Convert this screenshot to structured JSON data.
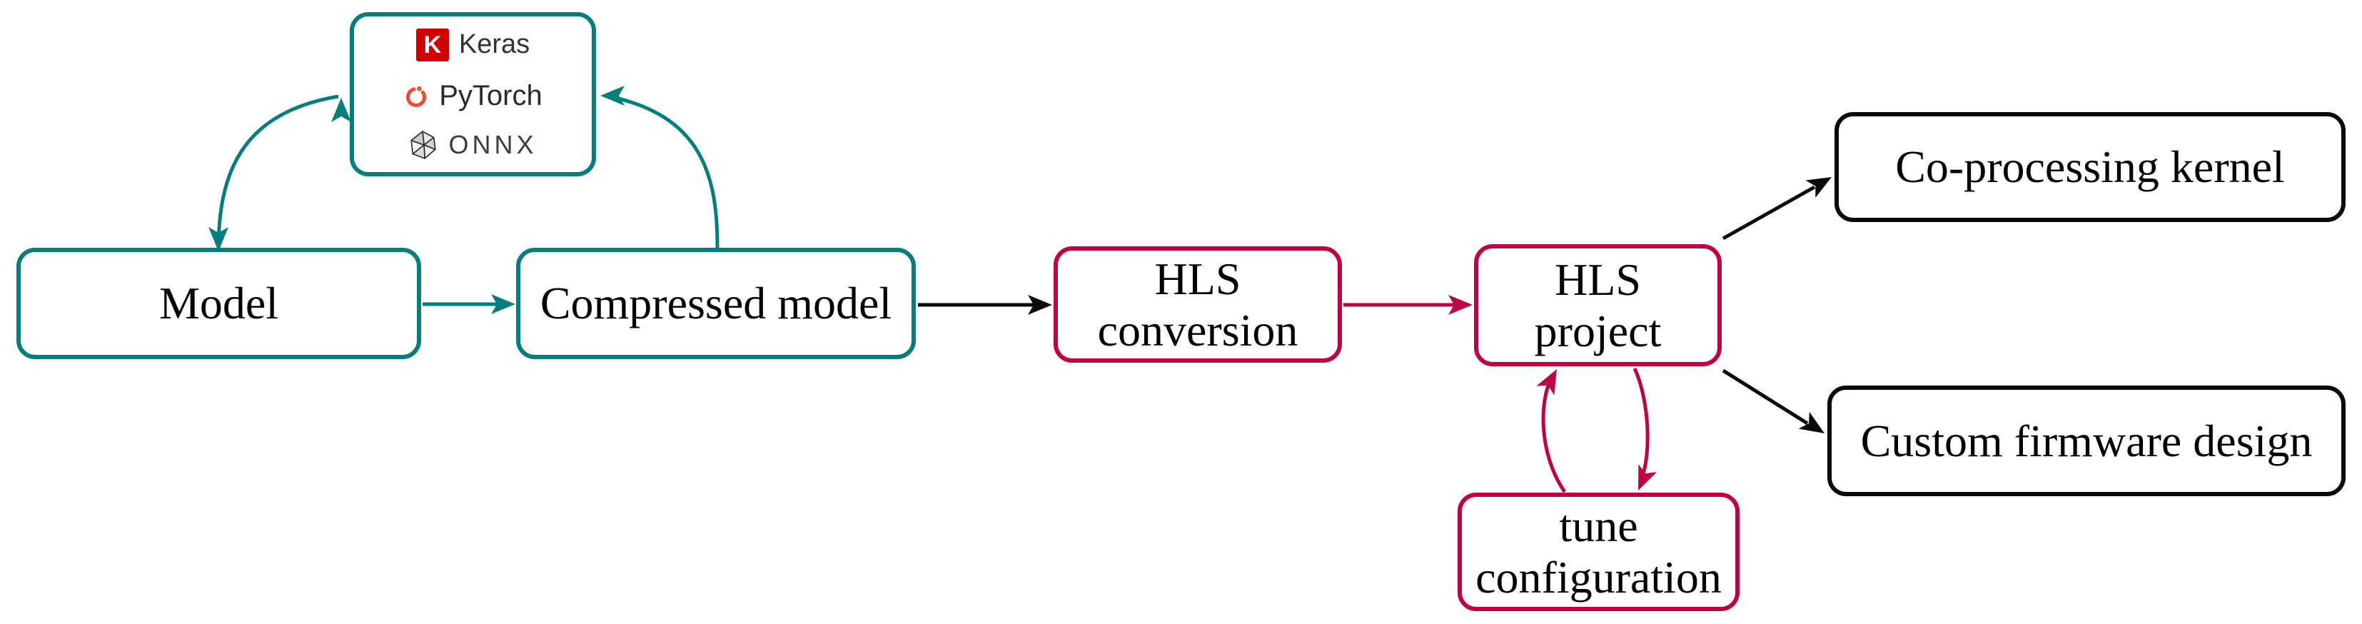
{
  "colors": {
    "teal": "#077e7e",
    "crimson": "#bf0443",
    "black": "#0a0a0a",
    "keras_red": "#d00000",
    "pytorch_orange": "#ee4c2c",
    "onnx_gray": "#3c3c3c"
  },
  "nodes": {
    "frameworks": {
      "items": [
        {
          "name": "Keras",
          "icon": "keras-icon",
          "icon_letter": "K"
        },
        {
          "name": "PyTorch",
          "icon": "pytorch-icon"
        },
        {
          "name": "ONNX",
          "icon": "onnx-icon"
        }
      ]
    },
    "model": {
      "label": "Model"
    },
    "compressed_model": {
      "label": "Compressed model"
    },
    "hls_conversion": {
      "line1": "HLS",
      "line2": "conversion"
    },
    "hls_project": {
      "line1": "HLS",
      "line2": "project"
    },
    "tune_configuration": {
      "line1": "tune",
      "line2": "configuration"
    },
    "co_processing_kernel": {
      "label": "Co-processing kernel"
    },
    "custom_firmware_design": {
      "label": "Custom firmware design"
    }
  }
}
